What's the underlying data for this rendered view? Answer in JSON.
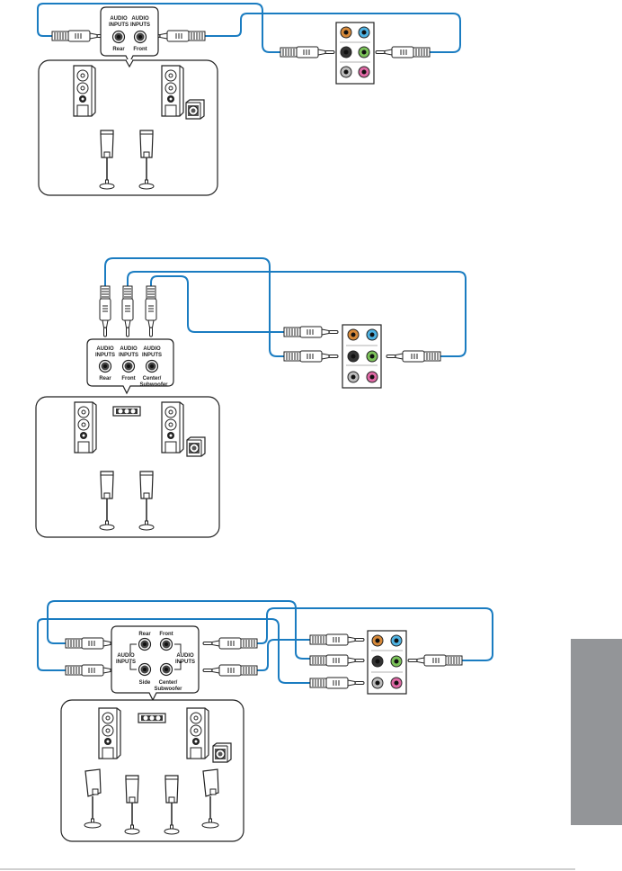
{
  "colors": {
    "cable": "#1a7cc1",
    "outline": "#222222",
    "jack_orange": "#d88a3a",
    "jack_blue": "#4fb3e3",
    "jack_black": "#333333",
    "jack_green": "#7cc35a",
    "jack_gray": "#bdbdbd",
    "jack_pink": "#e06aa6",
    "side_tab": "#939598",
    "footer_rule": "#d0d0d0"
  },
  "diagrams": [
    {
      "id": "4-channel",
      "input_panel": {
        "inputs": [
          {
            "title": "AUDIO\nINPUTS",
            "sub": "Rear"
          },
          {
            "title": "AUDIO\nINPUTS",
            "sub": "Front"
          }
        ]
      },
      "speakers": [
        "front-left",
        "front-right",
        "subwoofer",
        "rear-left",
        "rear-right"
      ]
    },
    {
      "id": "6-channel",
      "input_panel": {
        "inputs": [
          {
            "title": "AUDIO\nINPUTS",
            "sub": "Rear"
          },
          {
            "title": "AUDIO\nINPUTS",
            "sub": "Front"
          },
          {
            "title": "AUDIO\nINPUTS",
            "sub": "Center/\nSubwoofer"
          }
        ]
      },
      "speakers": [
        "front-left",
        "center",
        "front-right",
        "subwoofer",
        "rear-left",
        "rear-right"
      ]
    },
    {
      "id": "8-channel",
      "input_panel": {
        "top_labels": [
          "Rear",
          "Front"
        ],
        "bottom_labels": [
          "Side",
          "Center/\nSubwoofer"
        ],
        "group_label": "AUDIO\nINPUTS"
      },
      "speakers": [
        "front-left",
        "center",
        "front-right",
        "subwoofer",
        "side-left",
        "rear-left",
        "rear-right",
        "side-right"
      ]
    }
  ],
  "labels": {
    "audio": "AUDIO",
    "inputs": "INPUTS",
    "rear": "Rear",
    "front": "Front",
    "side": "Side",
    "center": "Center/",
    "subwoofer": "Subwoofer"
  }
}
